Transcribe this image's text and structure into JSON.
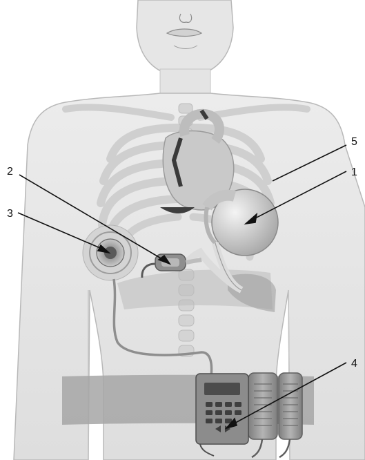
{
  "callouts": {
    "c1": "1",
    "c2": "2",
    "c3": "3",
    "c4": "4",
    "c5": "5"
  },
  "colors": {
    "background": "#ffffff",
    "body_skin": "#e8e8e8",
    "body_outline": "#b8b8b8",
    "ribs": "#cfcfcf",
    "organs": "#bdbdbd",
    "pump": "#d6d6d6",
    "controller": "#8a8a8a",
    "battery": "#9a9a9a",
    "belt": "#a6a6a6",
    "leader_line": "#111111"
  },
  "icons": {
    "implanted_pump": "pump-sphere-icon",
    "compliance_chamber": "chamber-cylinder-icon",
    "skin_port": "skin-port-disc-icon",
    "external_controller": "controller-box-icon",
    "external_batteries": "battery-pack-icon"
  }
}
